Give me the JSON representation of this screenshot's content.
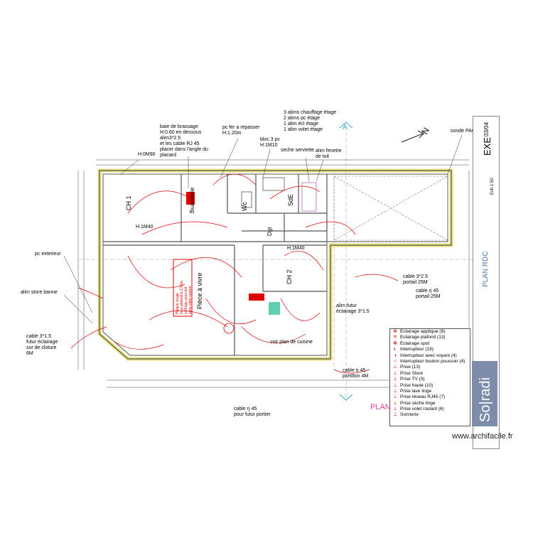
{
  "annotations": {
    "baie_brassage": "baie de brassage\nH:0.60 en dessous\nalim3*2.5\net les cable RJ 45\nplacer dans l'angle du\nplacard",
    "h_0m90": "H:0M90",
    "pc_fer": "pc fer a repasser\nH:1.20m",
    "bloc_3pc": "bloc 3 pc\nH:1M10",
    "seche_serviette": "seche serviette",
    "alim_fenetre": "alim fenetre\nde toit",
    "alims_etage": "3 alims chauffage étage\n2 alims pc étage\n1 alim écl étage\n1 alim volet étage",
    "sonde_pac": "sonde PAC",
    "pc_exterieur": "pc exterieur",
    "alim_store": "alim store banne",
    "cable_3_1_5": "cable 3*1.5\nfutur éclairage\nsur de cloture\n6M",
    "h_1m40_a": "H:1M40",
    "h_1m40_b": "H:1M40",
    "cable_3_2_5": "cable 3*2.5\nportail 25M",
    "cable_rj_45_portail": "cable rj 45\nportail 25M",
    "alim_futur": "alim futur\néclairage 3*1.5",
    "voir_plan": "voir plan de cuisine",
    "cable_rj45_portillon": "cable rj 45\nportillon 4M",
    "cable_rj45_portier": "cable rj 45\npour futur portier",
    "plan_label": "PLAN",
    "axis_a": "A"
  },
  "rooms": {
    "ch1": "CH 1",
    "buanderie": "Buanderie",
    "wc": "Wc",
    "sdb": "SdE",
    "dgt": "Dgt",
    "ch2": "CH 2",
    "piece_vivre": "Pièce à vivre"
  },
  "red_box_text": "Plaque rouge\nfaux-plafond à 2.50m\ncoffrage sous toit\nsans volet roulant",
  "legend": {
    "items": [
      {
        "symbol": "⊗",
        "label": "Eclairage applique (8)"
      },
      {
        "symbol": "✕",
        "label": "Eclairage plafond (13)"
      },
      {
        "symbol": "✻",
        "label": "Eclairage spot"
      },
      {
        "symbol": "◐",
        "label": "Interrupteur (19)"
      },
      {
        "symbol": "◑",
        "label": "Interrupteur avec voyant (4)"
      },
      {
        "symbol": "○",
        "label": "Interrupteur bouton poussoir (4)"
      },
      {
        "symbol": "⊥",
        "label": "Prise (13)"
      },
      {
        "symbol": "⊥",
        "label": "Prise Store"
      },
      {
        "symbol": "⊥",
        "label": "Prise TV (3)"
      },
      {
        "symbol": "⊥",
        "label": "Prise haute (10)"
      },
      {
        "symbol": "⊥",
        "label": "Prise lave linge"
      },
      {
        "symbol": "⊥",
        "label": "Prise réseau RJ45 (7)"
      },
      {
        "symbol": "⊥",
        "label": "Prise sèche linge"
      },
      {
        "symbol": "⊥",
        "label": "Prise volet roulant (6)"
      },
      {
        "symbol": "⊥",
        "label": "Sonnerie"
      }
    ]
  },
  "title_block": {
    "title": "PLAN RDC",
    "phase": "EXE",
    "date": "03/04",
    "scale": "Ech 1:50"
  },
  "logo_text": "So|radi",
  "watermark": "www.archifacile.fr",
  "colors": {
    "wall": "#5a5a5a",
    "wire": "#e00000",
    "insulation": "#e8e27a",
    "accent_blue": "#3aa6c9"
  }
}
